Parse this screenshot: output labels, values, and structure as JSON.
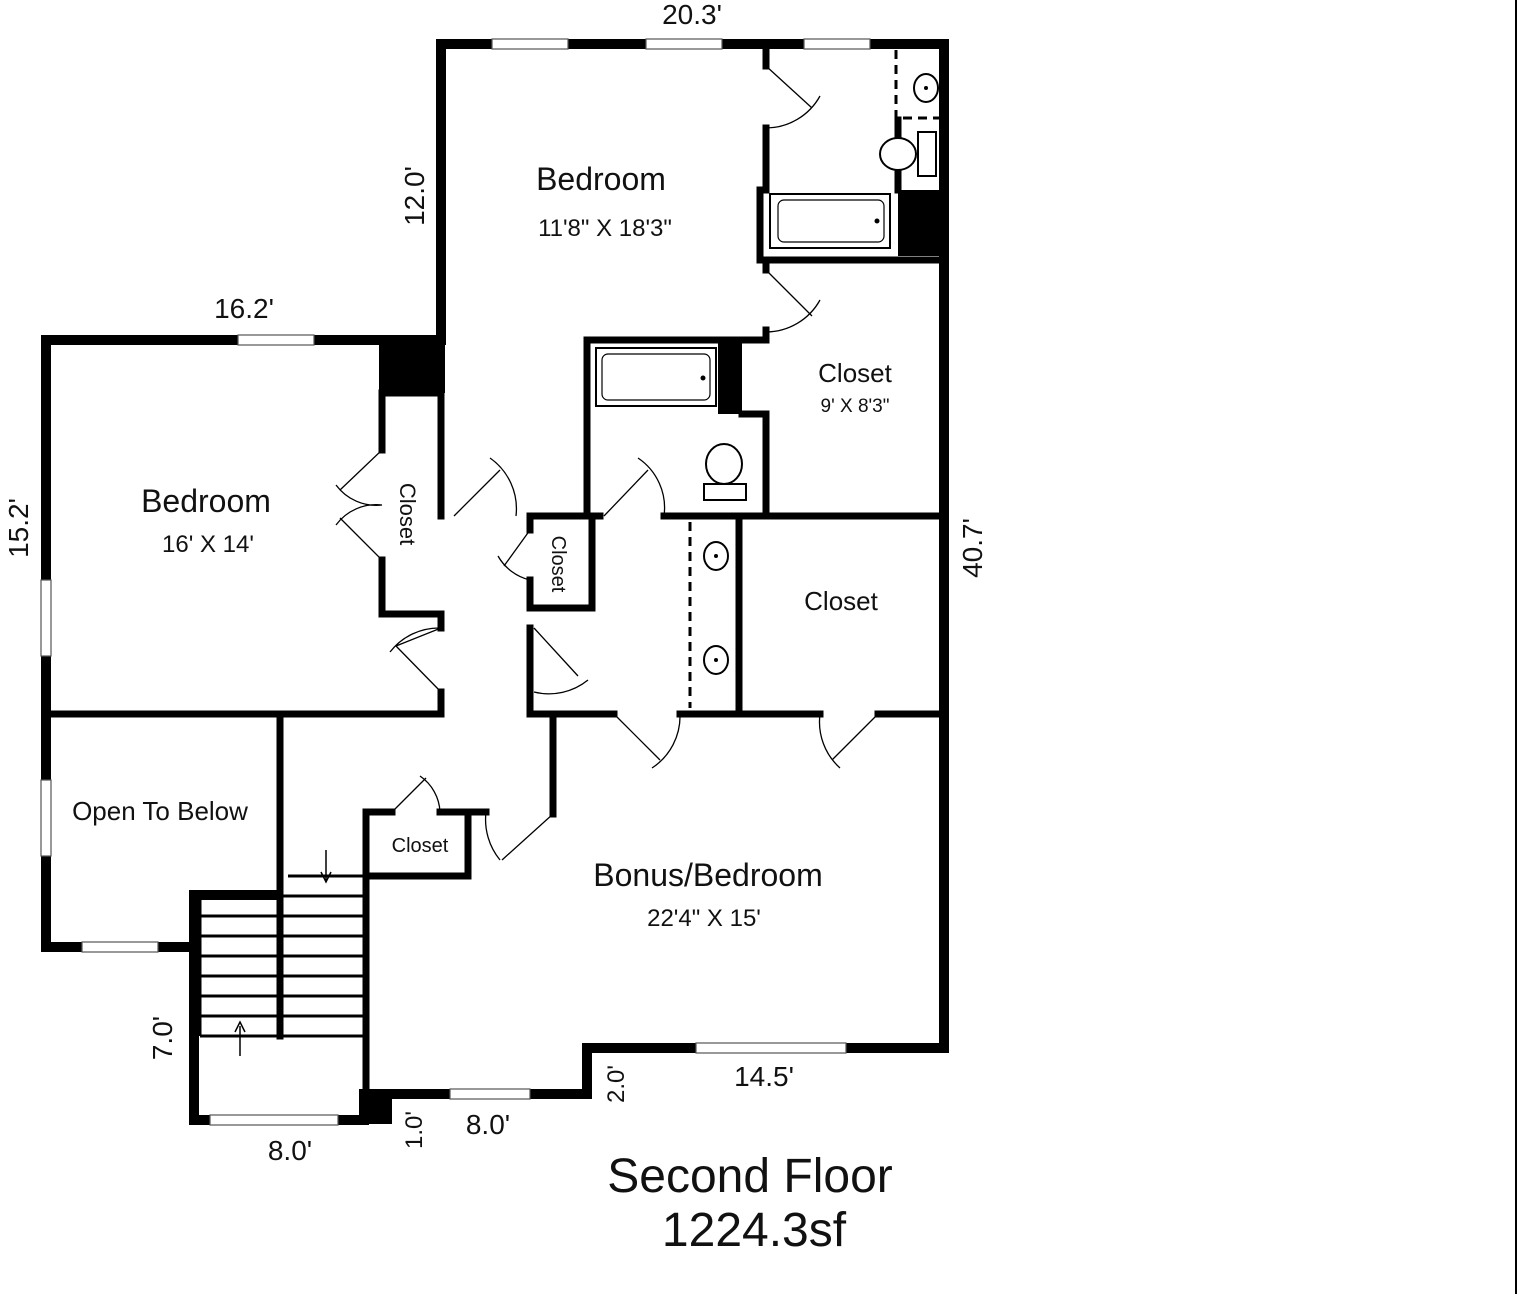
{
  "rooms": {
    "bedroom_master": {
      "name": "Bedroom",
      "size": "11'8\" X 18'3\""
    },
    "bedroom_left": {
      "name": "Bedroom",
      "size": "16' X 14'"
    },
    "closet_master": {
      "name": "Closet",
      "size": "9' X 8'3\""
    },
    "closet_vertical_1": {
      "name": "Closet"
    },
    "closet_vertical_2": {
      "name": "Closet"
    },
    "closet_large": {
      "name": "Closet"
    },
    "closet_small": {
      "name": "Closet"
    },
    "open_to_below": {
      "name": "Open To Below"
    },
    "bonus_bedroom": {
      "name": "Bonus/Bedroom",
      "size": "22'4\" X 15'"
    }
  },
  "dimensions": {
    "top_width": "20.3'",
    "upper_left_height": "12.0'",
    "left_bedroom_width": "16.2'",
    "left_height": "15.2'",
    "right_height": "40.7'",
    "stair_height": "7.0'",
    "stair_width": "8.0'",
    "step_height": "1.0'",
    "bottom_mid_width": "8.0'",
    "bottom_step": "2.0'",
    "bottom_right_width": "14.5'"
  },
  "title": {
    "floor": "Second Floor",
    "area": "1224.3sf"
  }
}
